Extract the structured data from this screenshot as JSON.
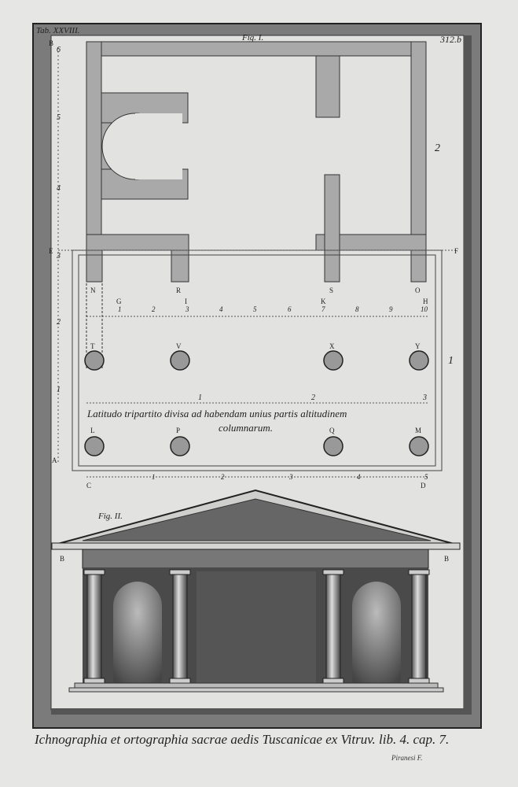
{
  "plate": {
    "tab": "Tab. XXVIII.",
    "number": "312.b"
  },
  "fig1": {
    "title": "Fig. I.",
    "left_scale": {
      "B": "B",
      "six": "6",
      "five": "5",
      "four": "4",
      "E": "E",
      "three": "3",
      "two": "2",
      "one": "1",
      "A": "A"
    },
    "right_labels": {
      "two": "2",
      "F": "F",
      "one": "1"
    },
    "wall_letters": [
      "N",
      "R",
      "S",
      "O"
    ],
    "grid_letters": [
      "G",
      "I",
      "K",
      "H"
    ],
    "grid_numbers": [
      "1",
      "2",
      "3",
      "4",
      "5",
      "6",
      "7",
      "8",
      "9",
      "10"
    ],
    "front_columns": [
      "T",
      "V",
      "X",
      "Y"
    ],
    "back_columns": [
      "L",
      "P",
      "Q",
      "M"
    ],
    "third_scale": [
      "1",
      "2",
      "3"
    ],
    "inscription_line1": "Latitudo tripartito divisa ad habendam unius partis altitudinem",
    "inscription_line2": "columnarum.",
    "bottom_scale": {
      "C": "C",
      "nums": [
        "1",
        "2",
        "3",
        "4",
        "5"
      ],
      "D": "D"
    }
  },
  "fig2": {
    "title": "Fig. II.",
    "left_B": "B",
    "right_B": "B"
  },
  "caption": "Ichnographia et ortographia sacrae aedis Tuscanicae ex Vitruv. lib. 4. cap. 7.",
  "signature": "Piranesi F."
}
